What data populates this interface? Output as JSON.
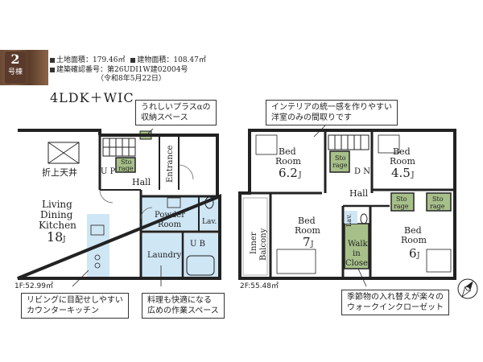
{
  "header": {
    "building_number": "2",
    "building_unit": "号棟",
    "land_area": "土地面積：179.46㎡",
    "building_area": "建物面積：108.47㎡",
    "confirmation_no": "建築確認番号：第26UDI1W建02004号",
    "confirmation_date": "（令和8年5月22日）",
    "layout": "4LDK＋WIC"
  },
  "floor1": {
    "area_label": "1F:52.99㎡",
    "rooms": {
      "living_l1": "Living",
      "living_l2": "Dining",
      "living_l3": "Kitchen",
      "living_size": "18",
      "jo": "J",
      "fukinuke": "折上天井",
      "hall": "Hall",
      "entrance": "Entrance",
      "up": "U P",
      "powder_l1": "Powder",
      "powder_l2": "Room",
      "lav": "Lav.",
      "laundry": "Laundry",
      "ub": "U B",
      "storage_l1": "Sto",
      "storage_l2": "rage"
    }
  },
  "floor2": {
    "area_label": "2F:55.48㎡",
    "rooms": {
      "bed1_l1": "Bed",
      "bed1_l2": "Room",
      "bed1_size": "6.2",
      "bed2_l1": "Bed",
      "bed2_l2": "Room",
      "bed2_size": "4.5",
      "bed3_l1": "Bed",
      "bed3_l2": "Room",
      "bed3_size": "7",
      "bed4_l1": "Bed",
      "bed4_l2": "Room",
      "bed4_size": "6",
      "jo": "J",
      "inner_balcony_l1": "Inner",
      "inner_balcony_l2": "Balcony",
      "hall": "Hall",
      "dn": "D N",
      "lav": "Lav.",
      "wic_l1": "Walk",
      "wic_l2": "in",
      "wic_l3": "Closet",
      "storage_l1": "Sto",
      "storage_l2": "rage"
    }
  },
  "callouts": {
    "top_left_l1": "うれしいプラスαの",
    "top_left_l2": "収納スペース",
    "top_right_l1": "インテリアの統一感を作りやすい",
    "top_right_l2": "洋室のみの間取りです",
    "bottom_left_l1": "リビングに目配せしやすい",
    "bottom_left_l2": "カウンターキッチン",
    "bottom_mid_l1": "料理も快適になる",
    "bottom_mid_l2": "広めの作業スペース",
    "bottom_right_l1": "季節物の入れ替えが楽々の",
    "bottom_right_l2": "ウォークインクローゼット"
  },
  "colors": {
    "wet_area": "#cfe6f5",
    "storage": "#a7c08a",
    "wall": "#222222",
    "badge": "#5a3a2a"
  },
  "icons": [
    "compass-north-icon"
  ]
}
